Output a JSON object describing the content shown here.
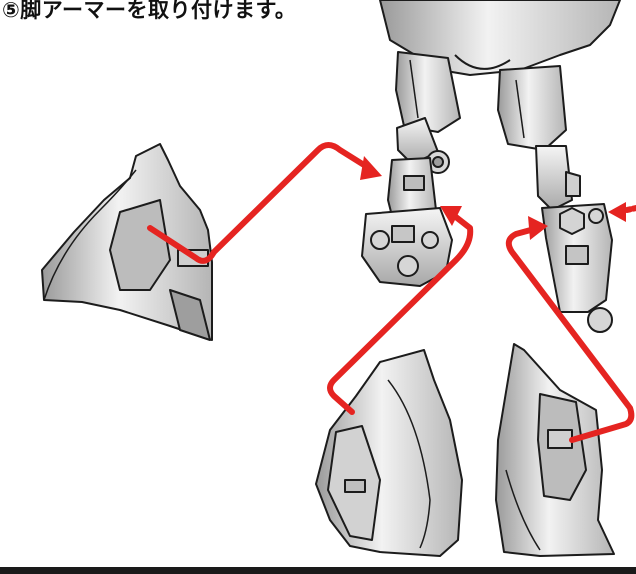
{
  "step": {
    "title": "⑤脚アーマーを取り付けます。"
  },
  "illustration": {
    "subject": "leg-armor-assembly",
    "parts": [
      {
        "name": "left-leg-armor-front"
      },
      {
        "name": "right-leg-armor-front"
      },
      {
        "name": "right-leg-armor-rear"
      },
      {
        "name": "left-leg-frame"
      },
      {
        "name": "right-leg-frame"
      }
    ],
    "arrow_color": "#e52421",
    "part_fill": "#e4e4e4",
    "outline_color": "#1c1c1c"
  }
}
